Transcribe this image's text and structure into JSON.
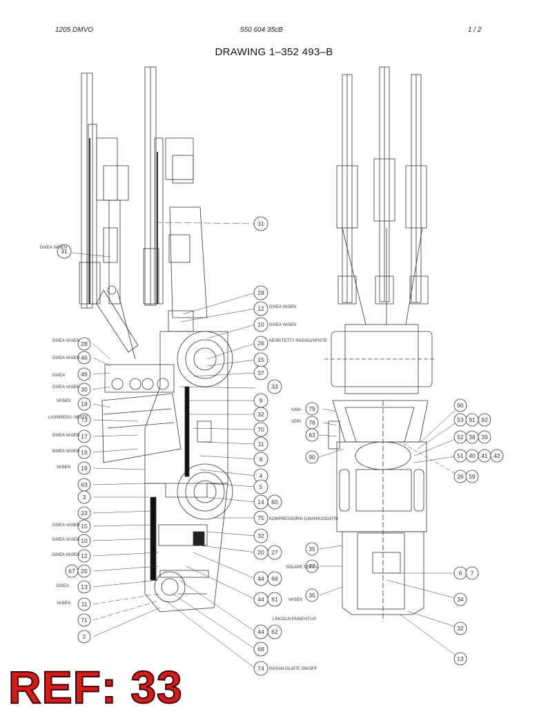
{
  "header": {
    "left": "1205 DMVO",
    "center": "550 604 35cB",
    "right": "1 /  2"
  },
  "title": "DRAWING 1–352 493–B",
  "ref_label": "REF: 33",
  "callouts": {
    "c31a": "31",
    "c31b": "31",
    "c28a": "28",
    "c12a": "12",
    "c10a": "10",
    "c26a": "26",
    "c15a": "15",
    "c37": "37",
    "c33": "33",
    "c9": "9",
    "c32a": "32",
    "c70": "70",
    "c11": "11",
    "c8": "8",
    "c4": "4",
    "c5": "5",
    "c14": "14",
    "c60": "60",
    "c75": "75",
    "c32b": "32",
    "c20": "20",
    "c27": "27",
    "c44a": "44",
    "c66": "66",
    "c44b": "44",
    "c61": "61",
    "c44c": "44",
    "c62": "62",
    "c68": "68",
    "c74": "74",
    "l28": "28",
    "l46": "46",
    "l49": "49",
    "l30": "30",
    "l18": "18",
    "l73": "73",
    "l17": "17",
    "l16": "16",
    "l19": "19",
    "l63": "63",
    "l3": "3",
    "l23": "23",
    "l15": "15",
    "l10": "10",
    "l12": "12",
    "l25": "25",
    "l67": "67",
    "l13": "13",
    "l11": "11",
    "l71": "71",
    "l2": "2",
    "r79": "79",
    "r78": "78",
    "r63": "63",
    "r90a": "90",
    "r90b": "90",
    "r53": "53",
    "r91": "91",
    "r92": "92",
    "r52": "52",
    "r38": "38",
    "r39": "39",
    "r51": "51",
    "r40": "40",
    "r41": "41",
    "r42": "42",
    "r26": "26",
    "r59": "59",
    "r35a": "35",
    "r77": "77",
    "r6": "6",
    "r7": "7",
    "r35b": "35",
    "r34": "34",
    "r32": "32",
    "r13": "13"
  },
  "labels": {
    "dv1": "DIXEA VASEN",
    "dv2": "DIXEA VASEN",
    "dv3": "DIXEA VASEN",
    "dv4": "DIXEA VASEN",
    "dv5": "DIXEA VASEN",
    "dv6": "DIXEA VASEN",
    "dv7": "DIXEA VASEN",
    "dv8": "DIXEA VASEN",
    "dv9": "DIXEA VASEN",
    "dv10": "DIXEA VASEN",
    "dv11": "DIXEA VASEN",
    "vasen1": "VASEN",
    "vasen2": "VASEN",
    "vasen3": "VASEN",
    "vasen4": "VASEN",
    "dixea1": "DIXEA",
    "dixea2": "DIXEA",
    "kesk": "KESKITETTY RASVAUSPISTE",
    "lasi": "LASINPESU- NESTE",
    "kompr": "KOMPRESSORIN ILMANSUODATIN",
    "lincoln": "LINCOLN PAINEISTUS",
    "solar": "SOLARE TERRA",
    "rasva": "RASVAUSLAITE ON/OFF",
    "ilma": "ILMA",
    "veri": "VERI"
  }
}
